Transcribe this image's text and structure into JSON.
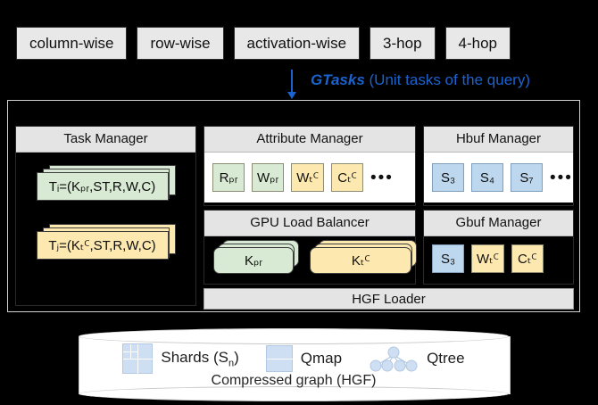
{
  "topbar": {
    "buttons": [
      {
        "label": "column-wise"
      },
      {
        "label": "row-wise"
      },
      {
        "label": "activation-wise"
      },
      {
        "label": "3-hop"
      },
      {
        "label": "4-hop"
      }
    ]
  },
  "gtasks": {
    "emphasis": "GTasks",
    "caption": " (Unit tasks of the query)"
  },
  "task_manager": {
    "title": "Task Manager",
    "tasks": [
      {
        "label": "Tᵢ=(Kₚᵣ,ST,R,W,C)",
        "color": "green"
      },
      {
        "label": "Tⱼ=(Kₜꟲ,ST,R,W,C)",
        "color": "yellow"
      }
    ]
  },
  "attribute_manager": {
    "title": "Attribute Manager",
    "chips": [
      {
        "label": "Rₚᵣ",
        "color": "green"
      },
      {
        "label": "Wₚᵣ",
        "color": "green"
      },
      {
        "label": "Wₜꟲ",
        "color": "yellow"
      },
      {
        "label": "Cₜꟲ",
        "color": "yellow"
      }
    ],
    "overflow": "•••"
  },
  "gpu_load_balancer": {
    "title": "GPU Load Balancer",
    "kernels": [
      {
        "label": "Kₚᵣ",
        "color": "green"
      },
      {
        "label": "Kₜꟲ",
        "color": "yellow"
      }
    ]
  },
  "hbuf_manager": {
    "title": "Hbuf Manager",
    "chips": [
      {
        "label": "S₃",
        "color": "blue"
      },
      {
        "label": "S₄",
        "color": "blue"
      },
      {
        "label": "S₇",
        "color": "blue"
      }
    ],
    "overflow": "•••"
  },
  "gbuf_manager": {
    "title": "Gbuf Manager",
    "chips": [
      {
        "label": "S₃",
        "color": "blue"
      },
      {
        "label": "Wₜꟲ",
        "color": "yellow"
      },
      {
        "label": "Cₜꟲ",
        "color": "yellow"
      }
    ]
  },
  "hgf_loader": {
    "title": "HGF Loader"
  },
  "storage": {
    "caption": "Compressed graph (HGF)",
    "legend": [
      {
        "icon": "shards-icon",
        "label": "Shards (S",
        "sub": "n",
        "tail": ")"
      },
      {
        "icon": "qmap-icon",
        "label": "Qmap",
        "sub": "",
        "tail": ""
      },
      {
        "icon": "qtree-icon",
        "label": "Qtree",
        "sub": "",
        "tail": ""
      }
    ]
  },
  "colors": {
    "background": "#000000",
    "panel_header": "#e4e4e4",
    "green": "#d8ead3",
    "yellow": "#fde9b0",
    "blue": "#bdd7ee",
    "accent_blue": "#1a63d0",
    "storage_icon": "#cfdff3"
  }
}
